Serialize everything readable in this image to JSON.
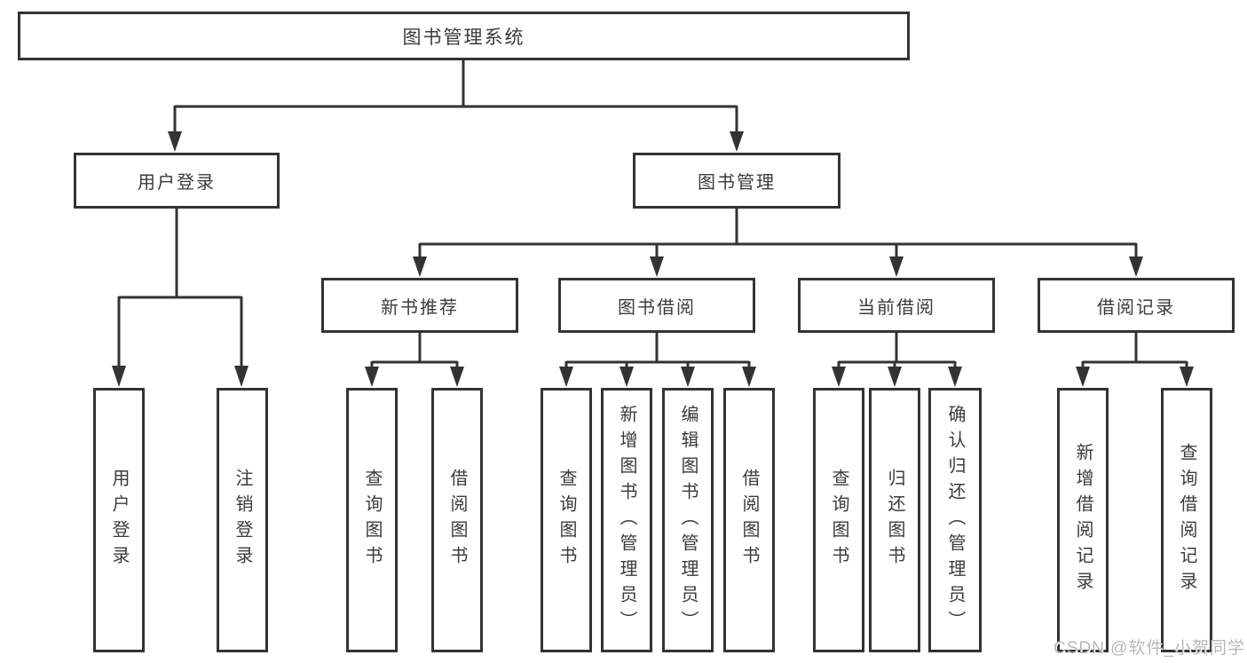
{
  "diagram": {
    "root": {
      "label": "图书管理系统"
    },
    "level2": {
      "userLogin": {
        "label": "用户登录"
      },
      "bookManagement": {
        "label": "图书管理"
      }
    },
    "level3": {
      "newBooks": {
        "label": "新书推荐"
      },
      "bookBorrow": {
        "label": "图书借阅"
      },
      "currentBorrow": {
        "label": "当前借阅"
      },
      "borrowRecords": {
        "label": "借阅记录"
      }
    },
    "leaves": {
      "userLogin": {
        "label": "用户登录"
      },
      "logout": {
        "label": "注销登录"
      },
      "queryBooksNew": {
        "label": "查询图书"
      },
      "borrowBooksNew": {
        "label": "借阅图书"
      },
      "queryBooksBorrow": {
        "label": "查询图书"
      },
      "addBooks": {
        "label": "新增图书（管理员）"
      },
      "editBooks": {
        "label": "编辑图书（管理员）"
      },
      "borrowBooks": {
        "label": "借阅图书"
      },
      "queryBooksCurrent": {
        "label": "查询图书"
      },
      "returnBooks": {
        "label": "归还图书"
      },
      "confirmReturn": {
        "label": "确认归还（管理员）"
      },
      "addBorrowRecord": {
        "label": "新增借阅记录"
      },
      "queryBorrowRecord": {
        "label": "查询借阅记录"
      }
    }
  },
  "watermark": {
    "text": "CSDN @软件_小贺同学"
  },
  "colors": {
    "line": "#333333",
    "text": "#3b3b3b",
    "watermark": "#b8b8b8"
  }
}
